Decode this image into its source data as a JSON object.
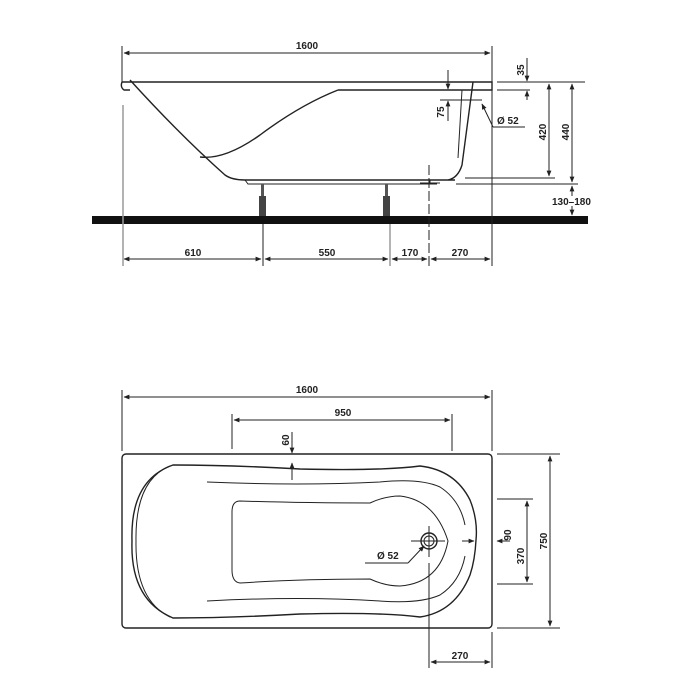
{
  "side_view": {
    "overall_length": "1600",
    "rim_thickness": "35",
    "overflow_offset": "75",
    "overflow_diameter": "Ø 52",
    "inner_height": "420",
    "total_height": "440",
    "leg_height_range": "130–180",
    "leg_positions": [
      "610",
      "550",
      "170",
      "270"
    ]
  },
  "top_view": {
    "overall_length": "1600",
    "inner_span": "950",
    "rim_offset": "60",
    "drain_diameter": "Ø 52",
    "drain_offset_x": "90",
    "overflow_span": "370",
    "overall_width": "750",
    "drain_from_end": "270"
  }
}
